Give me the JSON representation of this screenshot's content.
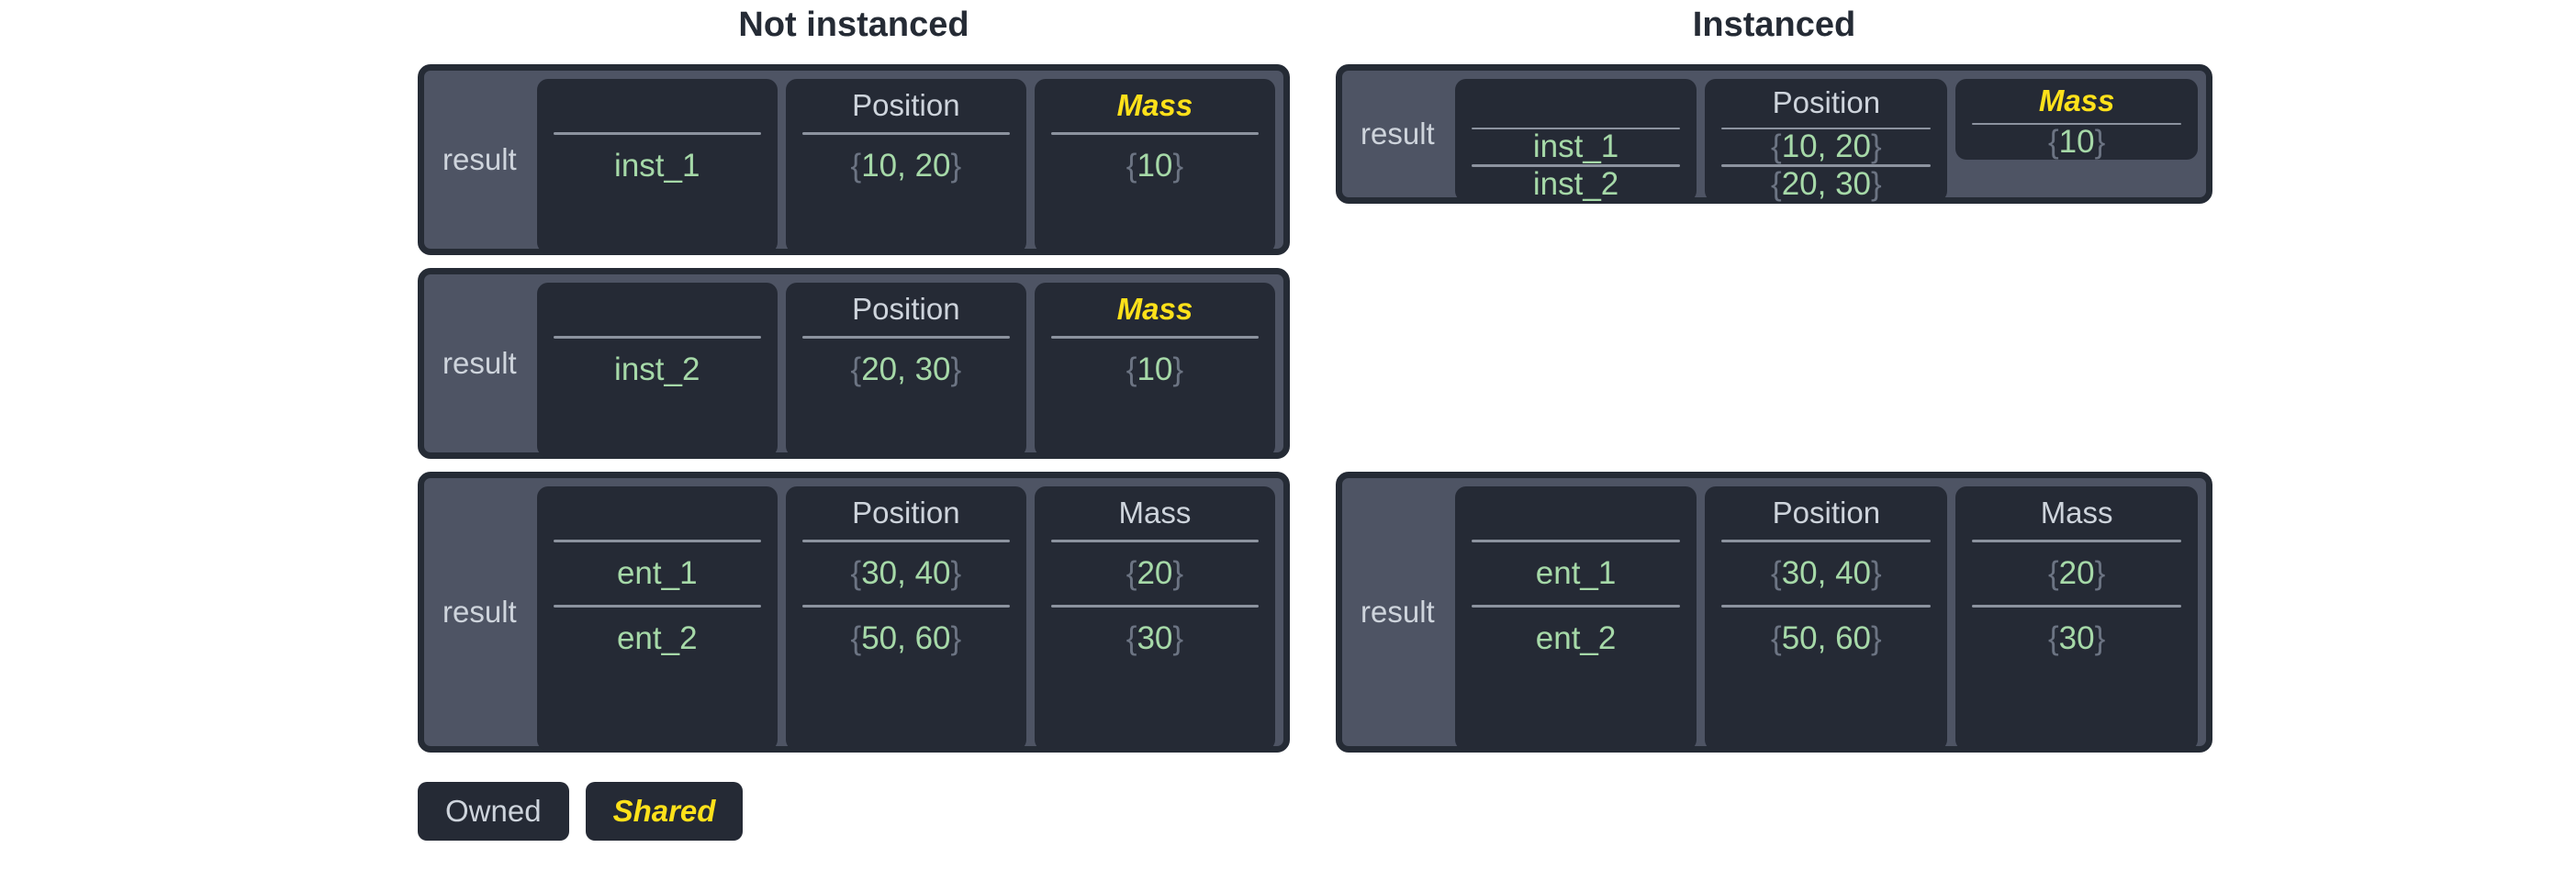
{
  "titles": {
    "left": "Not instanced",
    "right": "Instanced"
  },
  "labels": {
    "result": "result",
    "brace_open": "{",
    "brace_close": "}",
    "empty_header": ""
  },
  "headers": {
    "name": "",
    "position": "Position",
    "mass": "Mass"
  },
  "legend": {
    "owned": "Owned",
    "shared": "Shared"
  },
  "tables": {
    "left_1": {
      "label": "result",
      "rows": [
        {
          "name": "inst_1",
          "position": "{10, 20}",
          "mass": "{10}"
        }
      ]
    },
    "left_2": {
      "label": "result",
      "rows": [
        {
          "name": "inst_2",
          "position": "{20, 30}",
          "mass": "{10}"
        }
      ]
    },
    "left_3": {
      "label": "result",
      "rows": [
        {
          "name": "ent_1",
          "position": "{30, 40}",
          "mass": "{20}"
        },
        {
          "name": "ent_2",
          "position": "{50, 60}",
          "mass": "{30}"
        }
      ]
    },
    "right_1": {
      "label": "result",
      "rows": [
        {
          "name": "inst_1",
          "position": "{10, 20}",
          "mass": "{10}"
        },
        {
          "name": "inst_2",
          "position": "{20, 30}",
          "mass": ""
        }
      ]
    },
    "right_2": {
      "label": "result",
      "rows": [
        {
          "name": "ent_1",
          "position": "{30, 40}",
          "mass": "{20}"
        },
        {
          "name": "ent_2",
          "position": "{50, 60}",
          "mass": "{30}"
        }
      ]
    }
  }
}
